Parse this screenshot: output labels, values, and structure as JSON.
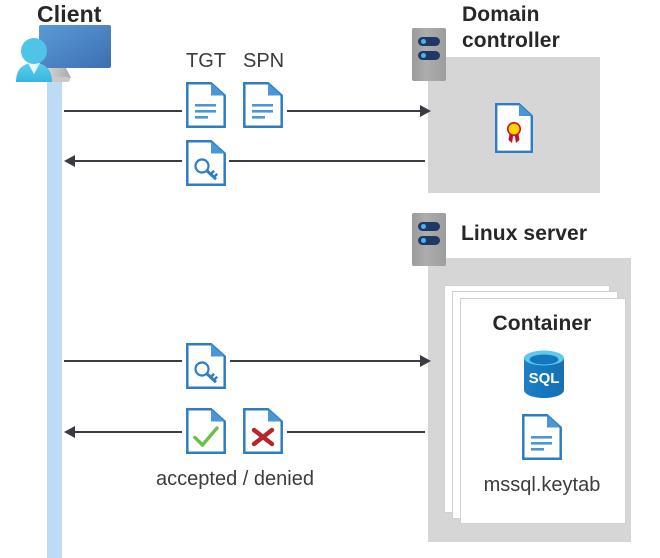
{
  "diagram": {
    "title_client": "Client",
    "title_domain_controller": "Domain\ncontroller",
    "domain_controller_line1": "Domain",
    "domain_controller_line2": "controller",
    "title_linux_server": "Linux server",
    "title_container": "Container",
    "keytab_label": "mssql.keytab",
    "label_tgt": "TGT",
    "label_spn": "SPN",
    "label_accepted_denied": "accepted / denied",
    "sql_label": "SQL"
  },
  "icons": {
    "client_workstation": "client-computer-user-icon",
    "server": "server-rack-icon",
    "certificate_document": "certificate-document-icon",
    "ticket_document": "text-document-icon",
    "key_document": "key-document-icon",
    "accepted_document": "check-document-icon",
    "denied_document": "x-document-icon",
    "database": "sql-database-icon",
    "keytab_document": "keytab-document-icon"
  },
  "messages": [
    {
      "id": "msg-1",
      "direction": "right",
      "from": "client",
      "to": "domain-controller",
      "payload": "TGT + SPN"
    },
    {
      "id": "msg-2",
      "direction": "left",
      "from": "domain-controller",
      "to": "client",
      "payload": "service ticket"
    },
    {
      "id": "msg-3",
      "direction": "right",
      "from": "client",
      "to": "linux-server",
      "payload": "service ticket"
    },
    {
      "id": "msg-4",
      "direction": "left",
      "from": "linux-server",
      "to": "client",
      "payload": "accepted / denied"
    }
  ],
  "colors": {
    "lifeline": "#bcdbf7",
    "box_grey": "#d6d6d6",
    "doc_blue": "#2e7cc4",
    "arrow": "#3b3b44",
    "accept_green": "#6abf4b",
    "deny_red": "#b5252a",
    "sql_blue": "#0f72b5",
    "cert_gold": "#ffd500",
    "cert_red": "#c8102e",
    "text_dark": "#272727"
  }
}
